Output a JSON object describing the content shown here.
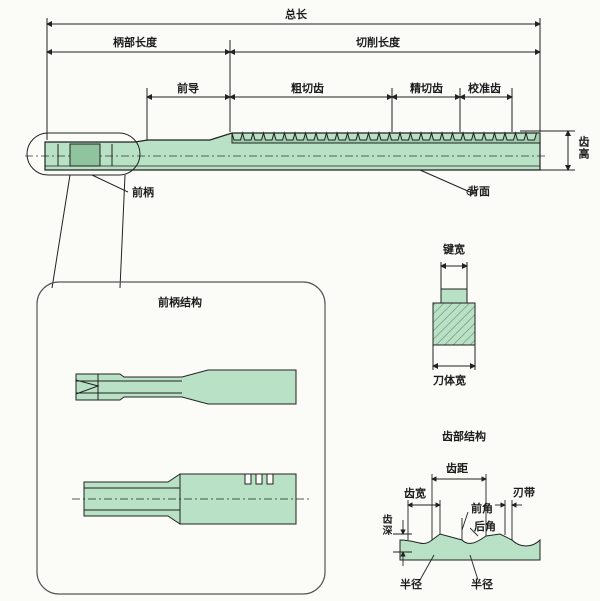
{
  "colors": {
    "body": "#b9e1c6",
    "body_dark": "#9fcfae",
    "line": "#222222",
    "panel_border": "#555555",
    "hatch": "#6f8f78"
  },
  "labels": {
    "total_length": "总长",
    "shank_length": "柄部长度",
    "cutting_length": "切削长度",
    "front_guide": "前导",
    "rough_teeth": "粗切齿",
    "finish_teeth": "精切齿",
    "calibrating_teeth": "校准齿",
    "tooth_height": "齿高",
    "back_face": "背面",
    "front_shank": "前柄",
    "key_width": "键宽",
    "blade_width": "刀体宽",
    "front_shank_structure": "前柄结构",
    "tooth_structure": "齿部结构",
    "tooth_pitch": "齿距",
    "tooth_width": "齿宽",
    "land": "刃带",
    "rake_angle": "前角",
    "relief_angle": "后角",
    "tooth_depth": "齿深",
    "radius_left": "半径",
    "radius_right": "半径"
  }
}
